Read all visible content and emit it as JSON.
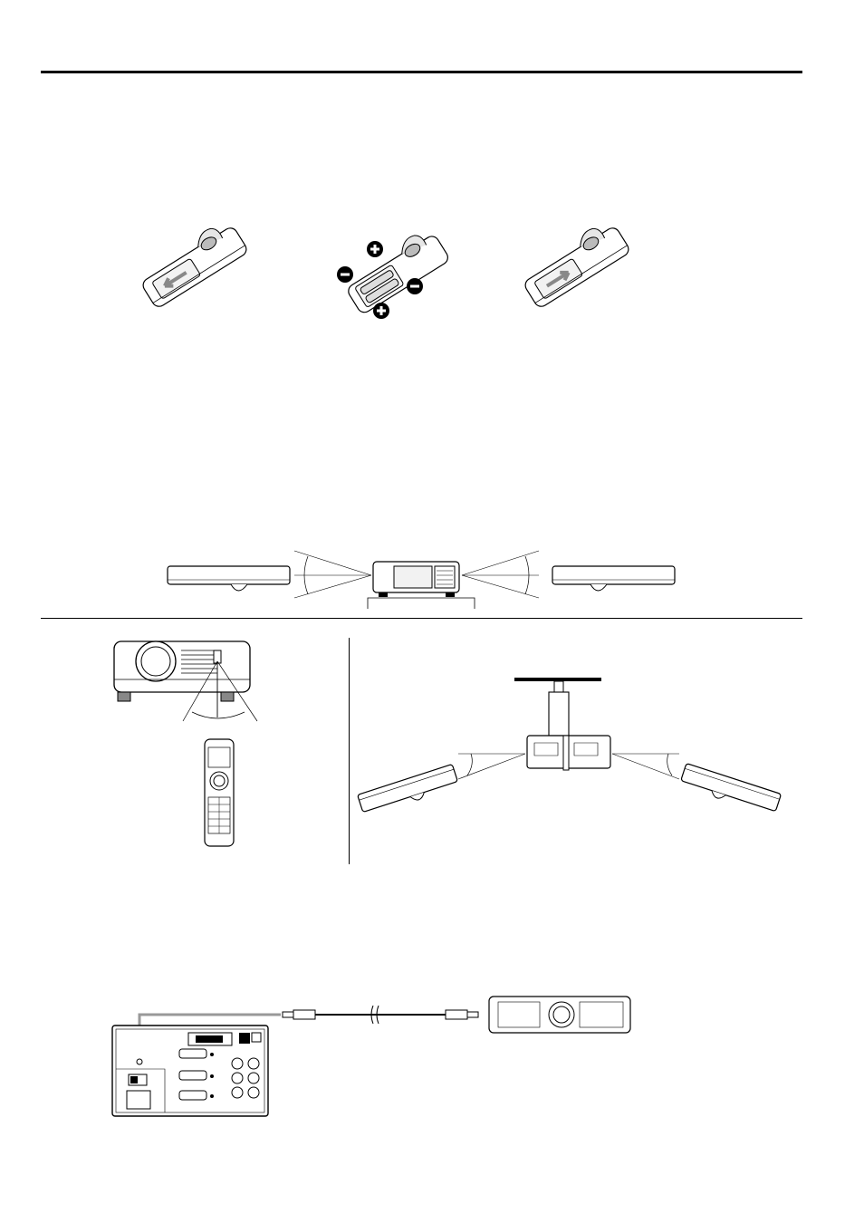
{
  "page": {
    "description_text": []
  },
  "figures": {
    "battery_steps": [
      "remove-cover",
      "insert-batteries",
      "replace-cover"
    ],
    "battery_polarity_marks": [
      "+",
      "−",
      "−",
      "+"
    ],
    "range_diagram": "remote-operating-angles",
    "sensor_diagram": "front-sensor-angle",
    "ceiling_diagram": "ceiling-mount-angles",
    "wired_diagram": "wired-remote-connection"
  }
}
